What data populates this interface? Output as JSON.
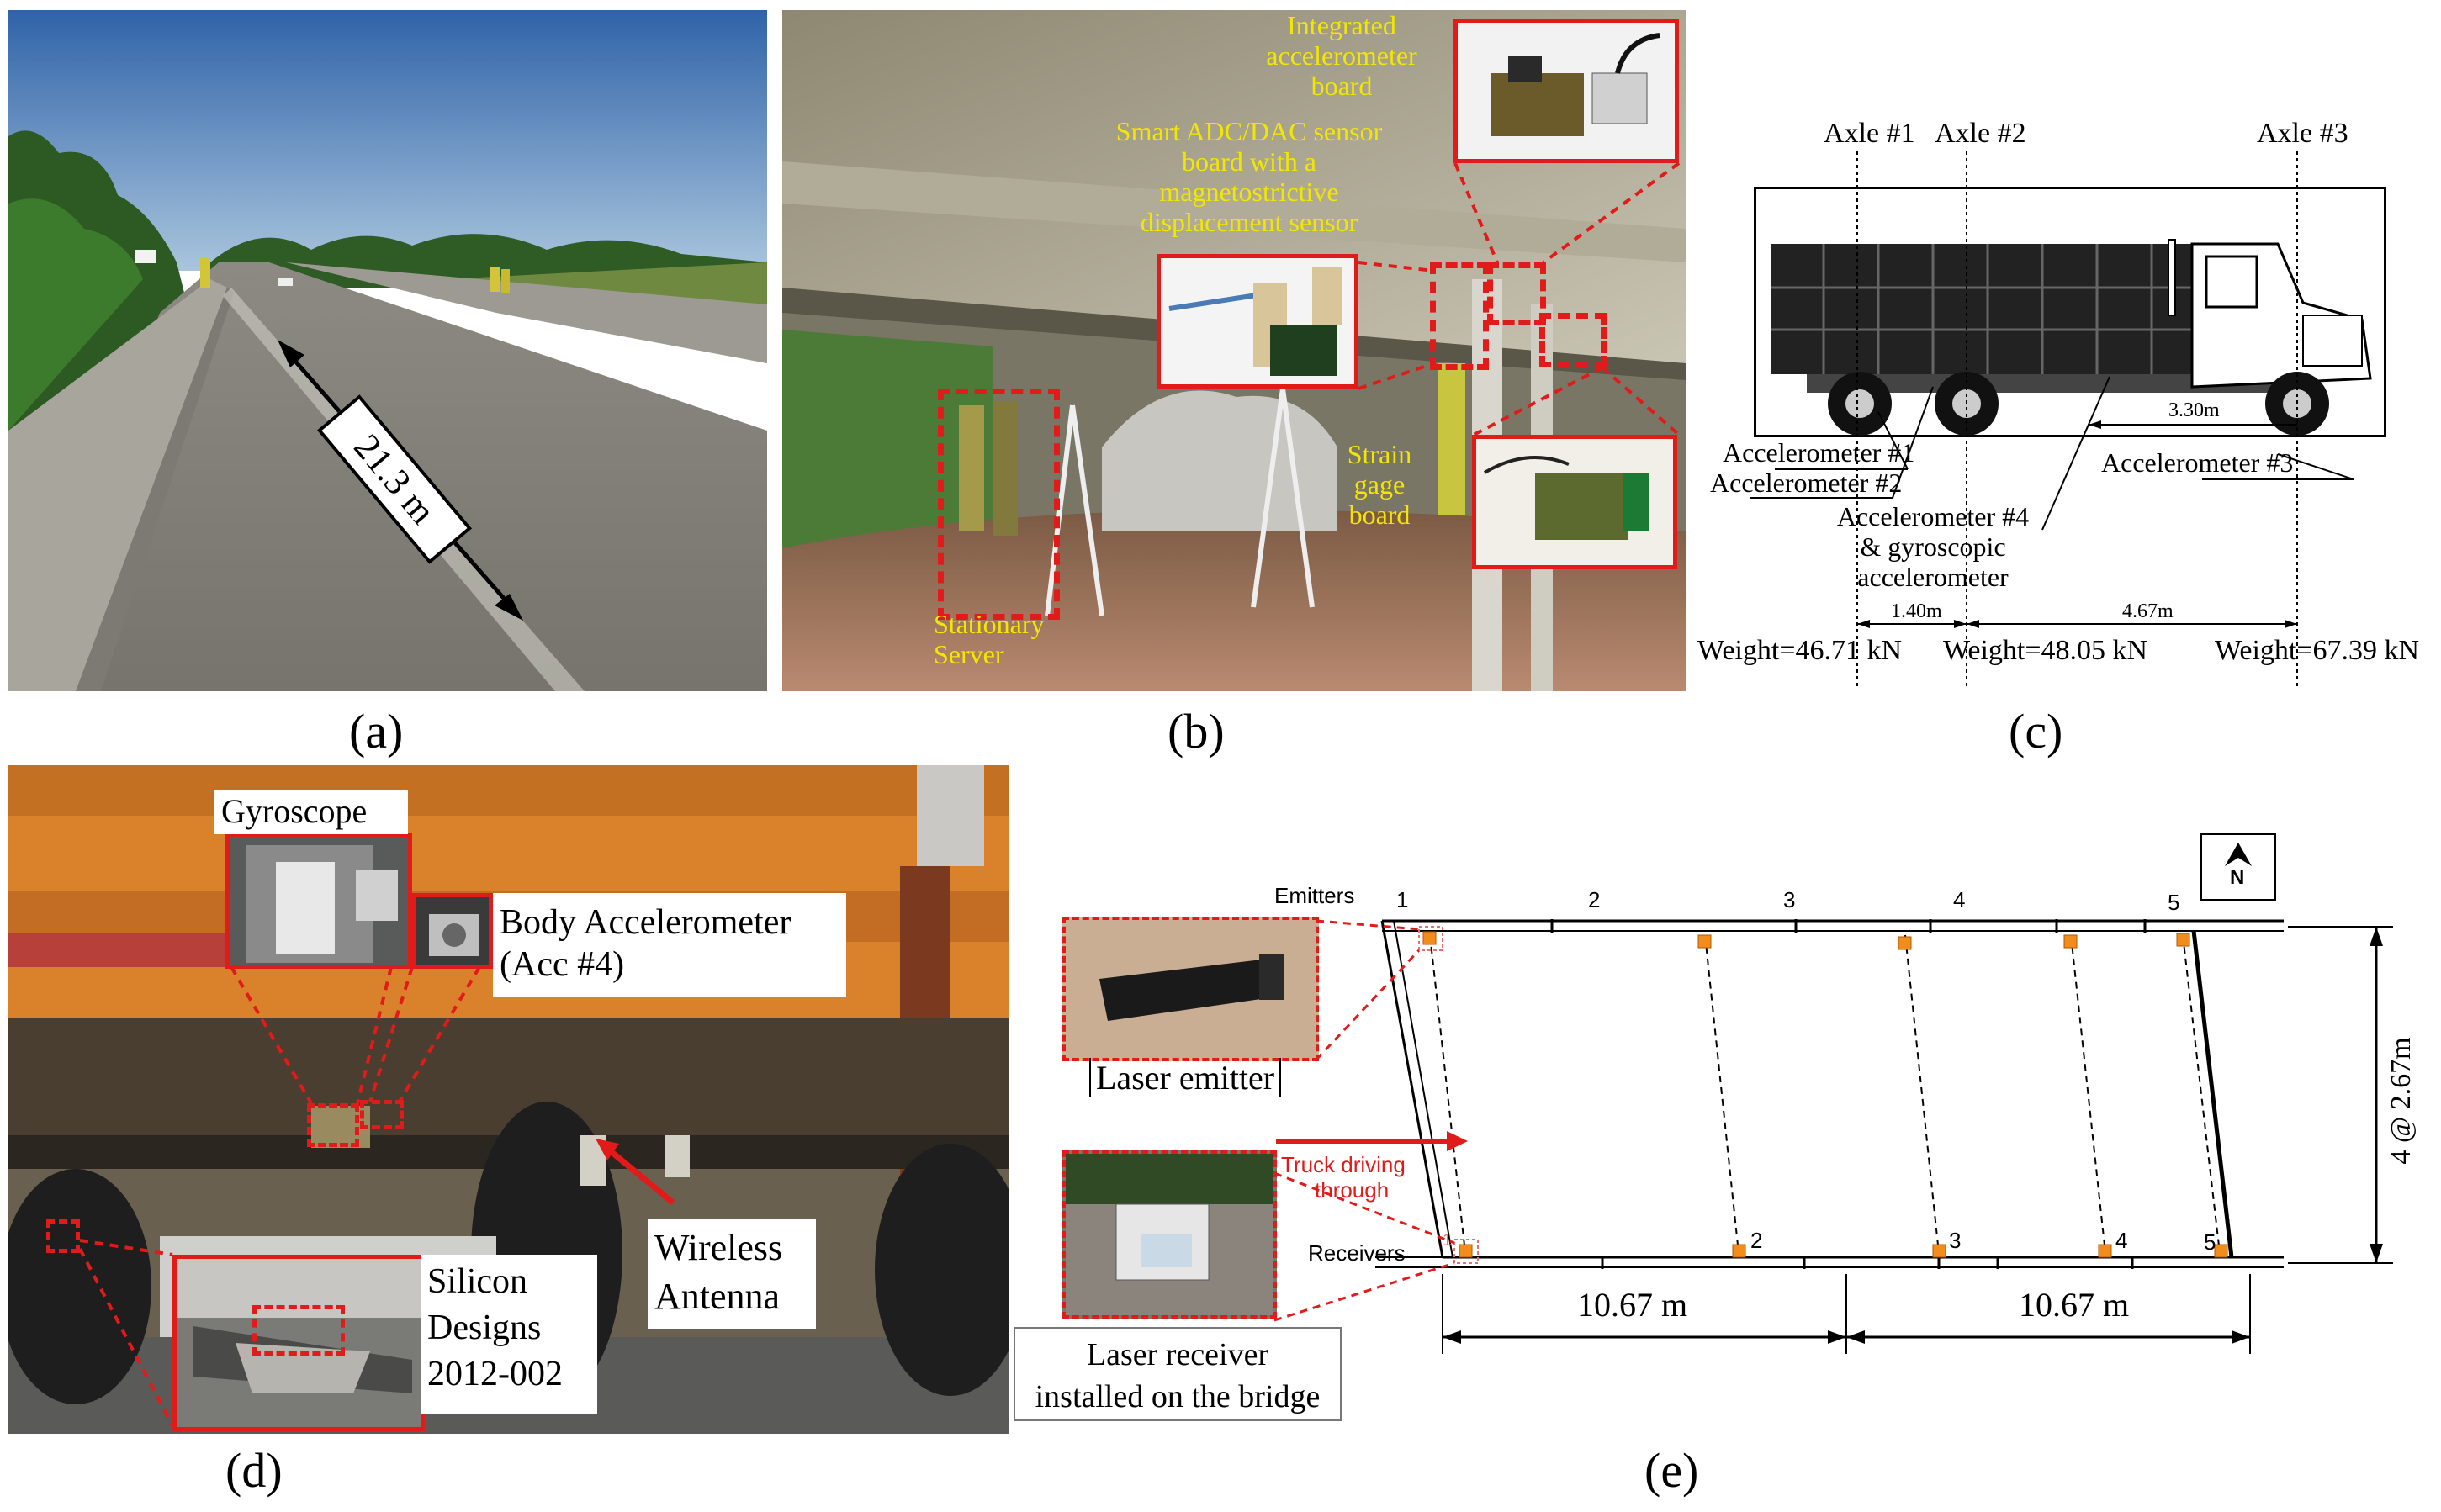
{
  "panel_a": {
    "caption": "(a)",
    "span_label": "21.3 m"
  },
  "panel_b": {
    "caption": "(b)",
    "label_integrated": "Integrated accelerometer board",
    "label_smart": "Smart ADC/DAC sensor board with a magnetostrictive displacement sensor",
    "label_strain": "Strain gage board",
    "label_server": "Stationary Server"
  },
  "panel_c": {
    "caption": "(c)",
    "axles": [
      "Axle #1",
      "Axle #2",
      "Axle #3"
    ],
    "acc1": "Accelerometer #1",
    "acc2": "Accelerometer #2",
    "acc3": "Accelerometer #3",
    "acc4": "Accelerometer #4",
    "acc4_b": "& gyroscopic",
    "acc4_c": "accelerometer",
    "dim_330": "3.30m",
    "dim_140": "1.40m",
    "dim_467": "4.67m",
    "weights": [
      "Weight=46.71 kN",
      "Weight=48.05 kN",
      "Weight=67.39 kN"
    ]
  },
  "panel_d": {
    "caption": "(d)",
    "gyroscope": "Gyroscope",
    "body_acc_1": "Body Accelerometer",
    "body_acc_2": "(Acc #4)",
    "antenna_1": "Wireless",
    "antenna_2": "Antenna",
    "silicon_1": "Silicon",
    "silicon_2": "Designs",
    "silicon_3": "2012-002"
  },
  "panel_e": {
    "caption": "(e)",
    "emitters": "Emitters",
    "receivers": "Receivers",
    "emitter_numbers": [
      "1",
      "2",
      "3",
      "4",
      "5"
    ],
    "receiver_numbers": [
      "1",
      "2",
      "3",
      "4",
      "5"
    ],
    "north": "N",
    "laser_emitter": "Laser emitter",
    "laser_receiver_1": "Laser receiver",
    "laser_receiver_2": "installed on the bridge",
    "truck_1": "Truck driving",
    "truck_2": "through",
    "span_dim": "4 @ 2.67m",
    "dim_left": "10.67 m",
    "dim_right": "10.67 m"
  }
}
